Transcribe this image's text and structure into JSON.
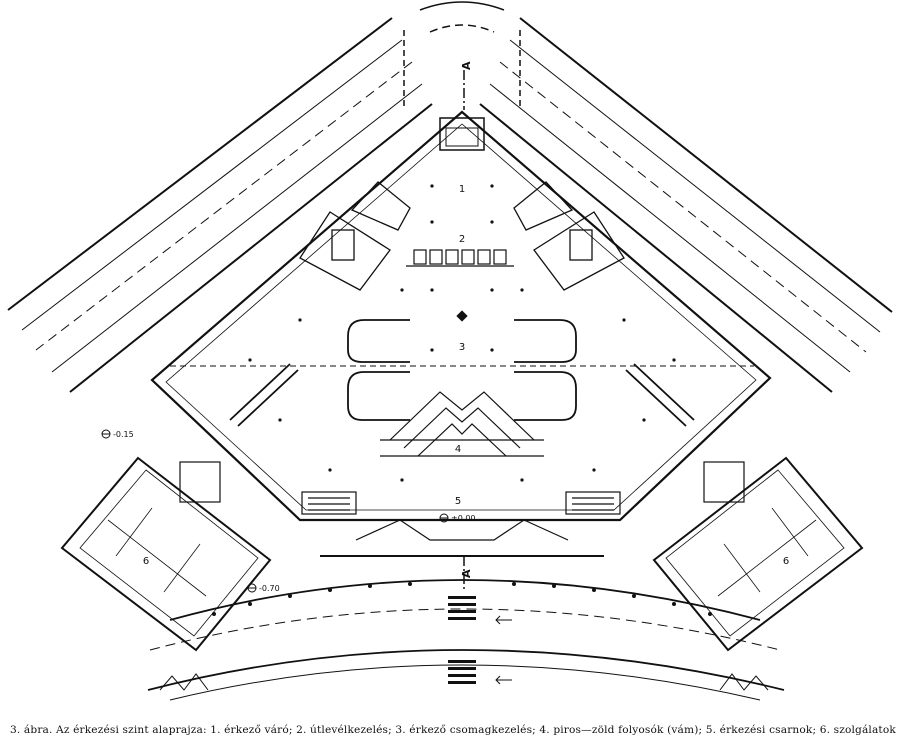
{
  "labels": {
    "n1": "1",
    "n2": "2",
    "n3": "3",
    "n4": "4",
    "n5": "5",
    "n6_left": "6",
    "n6_right": "6",
    "section_top": "A",
    "section_bottom": "A",
    "level_entrance": "±0.00",
    "level_left": "-0.15",
    "level_bottom": "-0.70"
  },
  "caption": "3. ábra. Az érkezési szint alaprajza: 1. érkező váró; 2. útlevélkezelés; 3. érkező csomagkezelés; 4. piros—zöld folyosók (vám); 5. érkezési csarnok; 6. szolgálatok"
}
